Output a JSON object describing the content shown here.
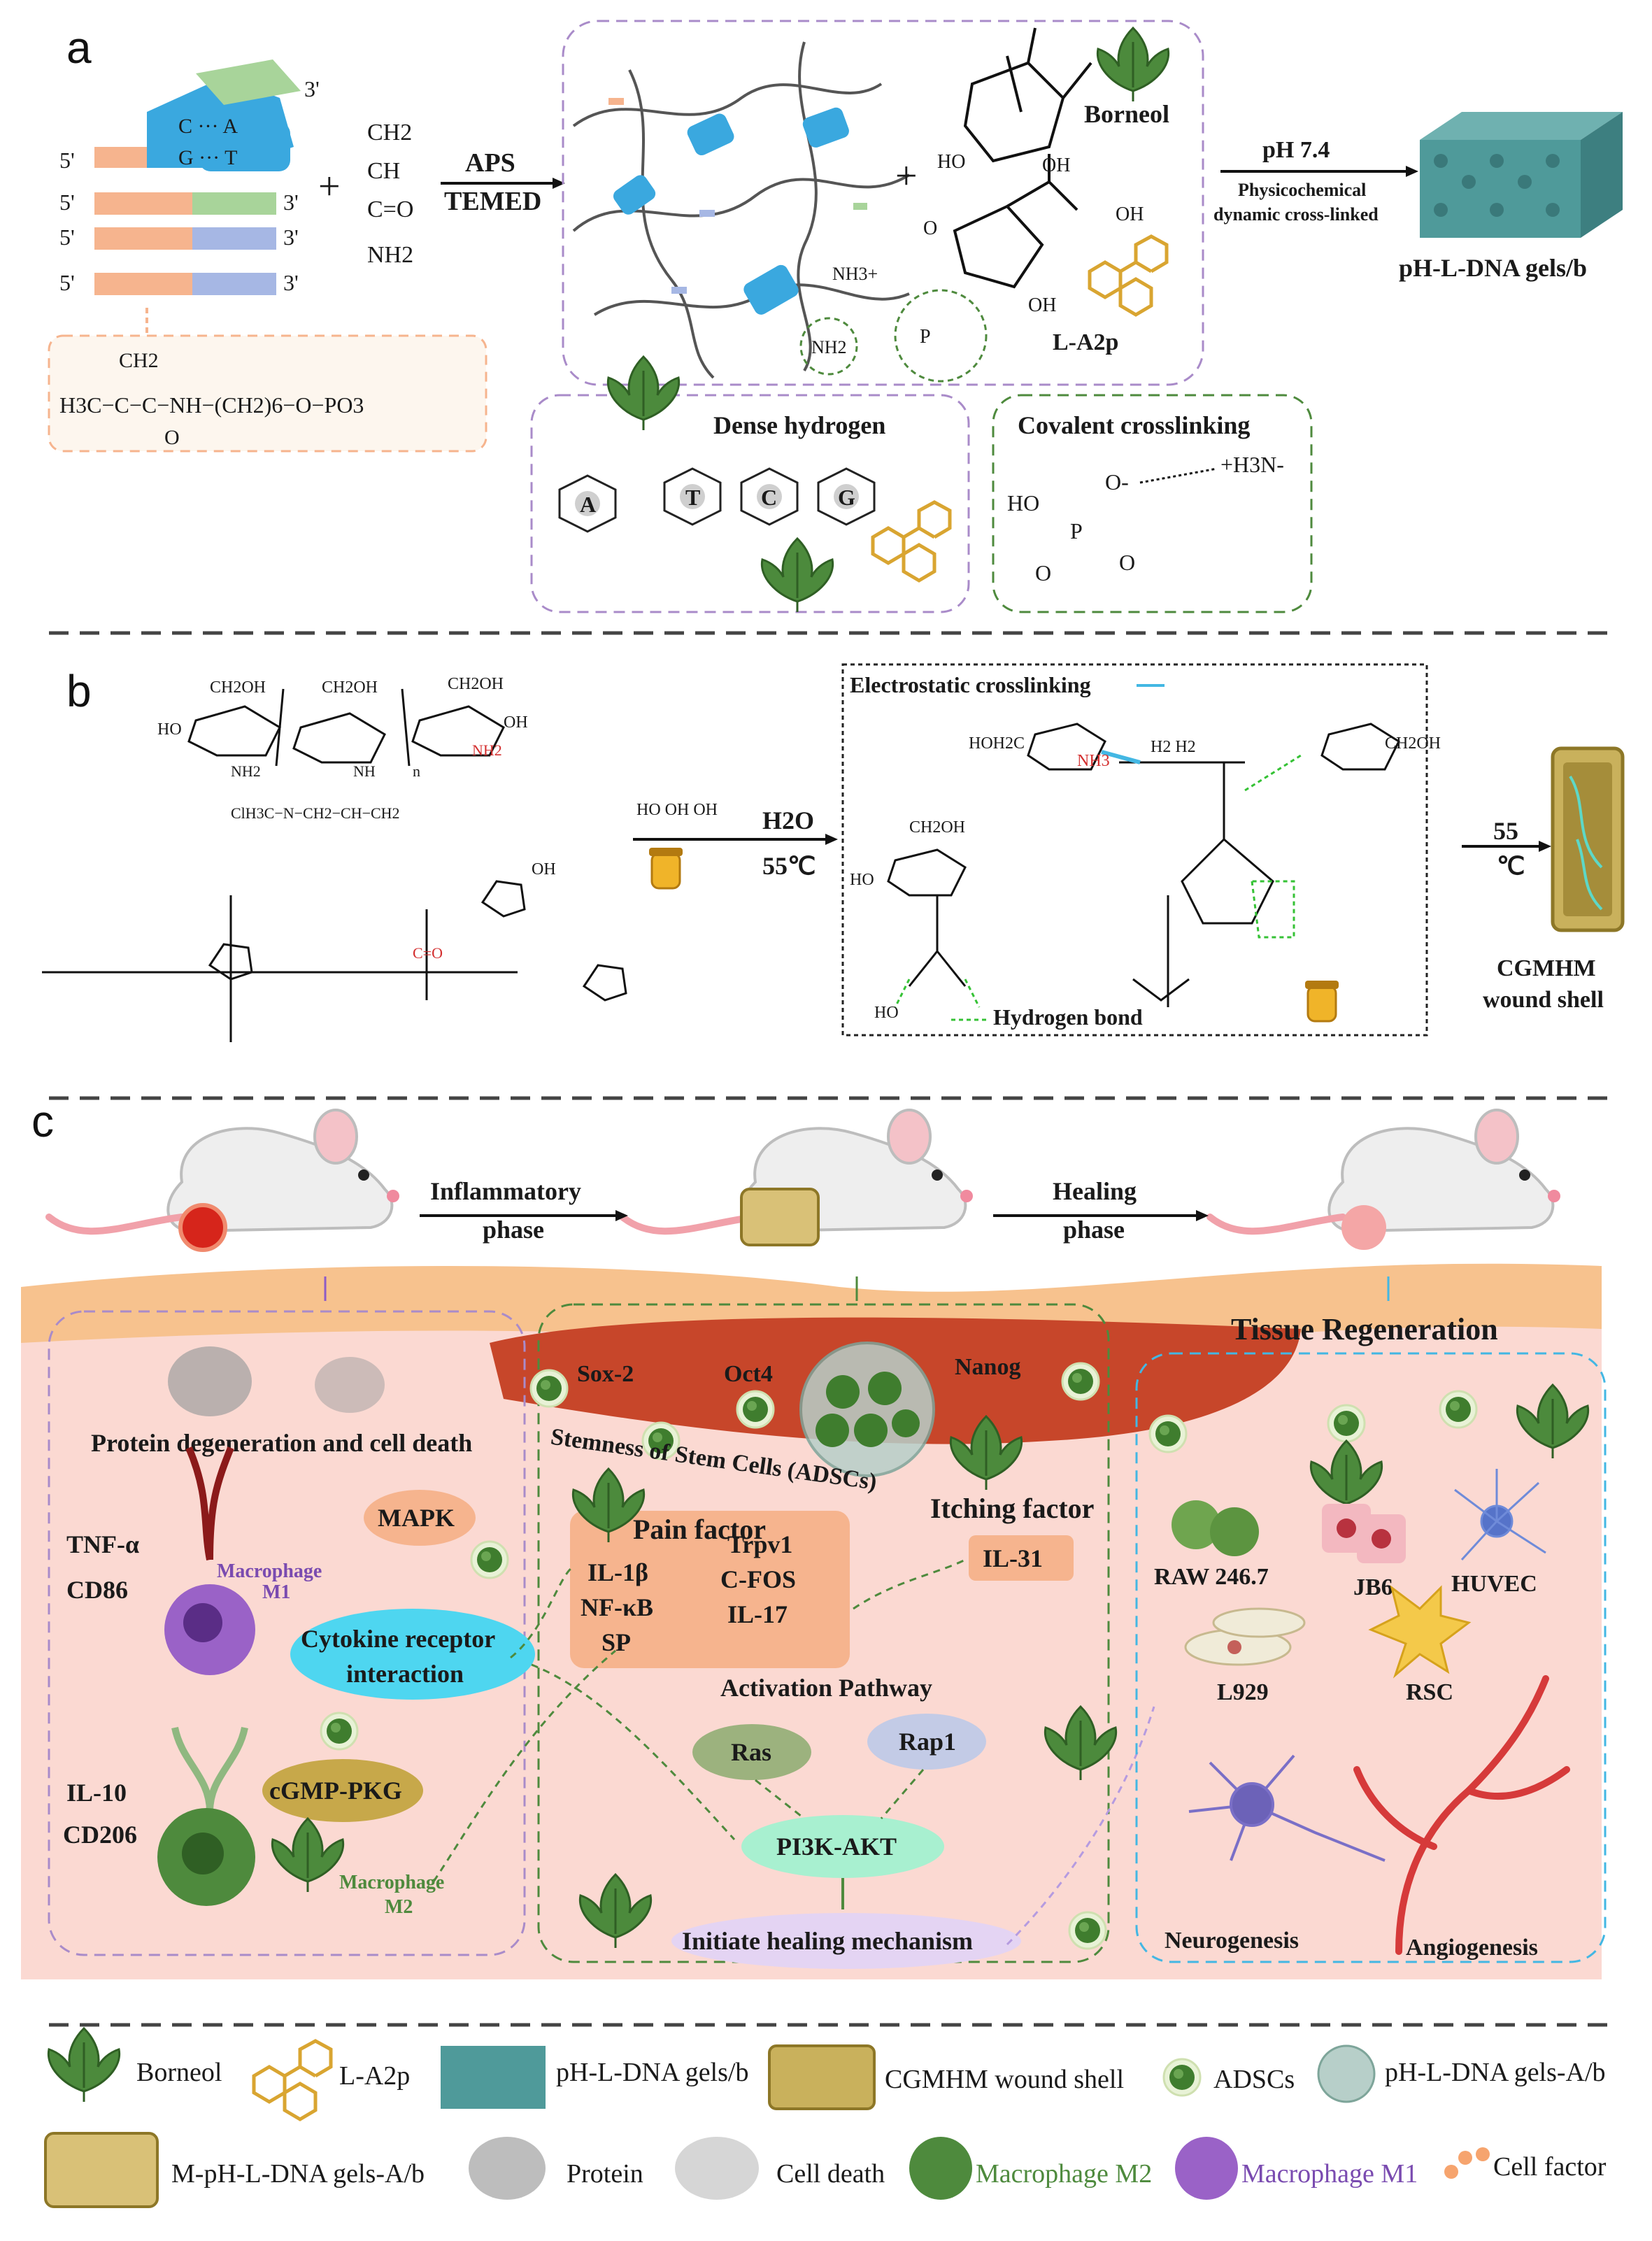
{
  "colors": {
    "peach": "#f6b48e",
    "skin": "#fbd9d2",
    "tissue": "#f7c28e",
    "muscle": "#c7462a",
    "leaf": "#4c8a3c",
    "gold": "#d9a531",
    "m1": "#9a62c7",
    "m2": "#4e8a3d",
    "cyan": "#43b7e3"
  },
  "panel_a": {
    "label": "a",
    "prime3": "3'",
    "prime5": "5'",
    "c_a": "C ··· A",
    "g_t": "G ··· T",
    "ch2": "CH2",
    "ch": "CH",
    "c_o": "C=O",
    "nh2": "NH2",
    "aps": "APS",
    "temed": "TEMED",
    "linker": "H3C−C−C−NH−(CH2)6−O−PO3",
    "linker_top": "CH2",
    "linker_o": "O",
    "borneol": "Borneol",
    "ho": "HO",
    "oh": "OH",
    "oh2": "OH",
    "o": "O",
    "a2p": "L-A2p",
    "nh3": "NH3+",
    "nh2b": "NH2",
    "ph": "pH 7.4",
    "physico": "Physicochemical",
    "dynamic": "dynamic cross-linked",
    "gel": "pH-L-DNA gels/b",
    "dense": "Dense hydrogen",
    "covalent": "Covalent crosslinking",
    "base_a": "A",
    "base_t": "T",
    "base_c": "C",
    "base_g": "G",
    "cov_ho": "HO",
    "cov_p": "P",
    "cov_o": "O",
    "cov_o2": "O",
    "cov_om": "O-",
    "cov_nh3": "+H3N-"
  },
  "panel_b": {
    "label": "b",
    "ch2oh": "CH2OH",
    "ho": "HO",
    "oh": "OH",
    "nh2": "NH2",
    "n": "n",
    "nh": "NH",
    "quat": "ClH3C−N−CH2−CH−CH2",
    "glycerol": "HO    OH   OH",
    "h2o": "H2O",
    "temp": "55℃",
    "elec": "Electrostatic crosslinking",
    "hbond": "Hydrogen bond",
    "temp2a": "55",
    "temp2b": "℃",
    "shell1": "CGMHM",
    "shell2": "wound shell",
    "hoh2c": "HOH2C",
    "nh3": "NH3",
    "coo": "C=O",
    "h2h2": "H2  H2"
  },
  "panel_c": {
    "label": "c",
    "inflam1": "Inflammatory",
    "inflam2": "phase",
    "heal1": "Healing",
    "heal2": "phase",
    "protein_death": "Protein degeneration and cell death",
    "stemness": "Stemness of Stem Cells (ADSCs)",
    "tissue": "Tissue Regeneration",
    "sox": "Sox-2",
    "oct": "Oct4",
    "nanog": "Nanog",
    "tnf": "TNF-α",
    "cd86": "CD86",
    "mac_m1": "Macrophage",
    "m1": "M1",
    "il10": "IL-10",
    "cd206": "CD206",
    "mac_m2": "Macrophage",
    "m2": "M2",
    "mapk": "MAPK",
    "cytokine1": "Cytokine receptor",
    "cytokine2": "interaction",
    "cgmp": "cGMP-PKG",
    "pain": "Pain factor",
    "il1b": "IL-1β",
    "nfkb": "NF-κB",
    "sp": "SP",
    "trpv1": "Trpv1",
    "cfos": "C-FOS",
    "il17": "IL-17",
    "itch": "Itching factor",
    "il31": "IL-31",
    "activation": "Activation Pathway",
    "ras": "Ras",
    "rap1": "Rap1",
    "pi3k": "PI3K-AKT",
    "initiate": "Initiate healing mechanism",
    "raw": "RAW 246.7",
    "jb6": "JB6",
    "huvec": "HUVEC",
    "l929": "L929",
    "rsc": "RSC",
    "neuro": "Neurogenesis",
    "angio": "Angiogenesis"
  },
  "legend": {
    "borneol": "Borneol",
    "a2p": "L-A2p",
    "gels": "pH-L-DNA gels/b",
    "shell": "CGMHM  wound shell",
    "adscs": "ADSCs",
    "gels_a": "pH-L-DNA gels-A/b",
    "m_gels": "M-pH-L-DNA gels-A/b",
    "protein": "Protein",
    "death": "Cell death",
    "m2": "Macrophage M2",
    "m1": "Macrophage M1",
    "factor": "Cell factor"
  }
}
